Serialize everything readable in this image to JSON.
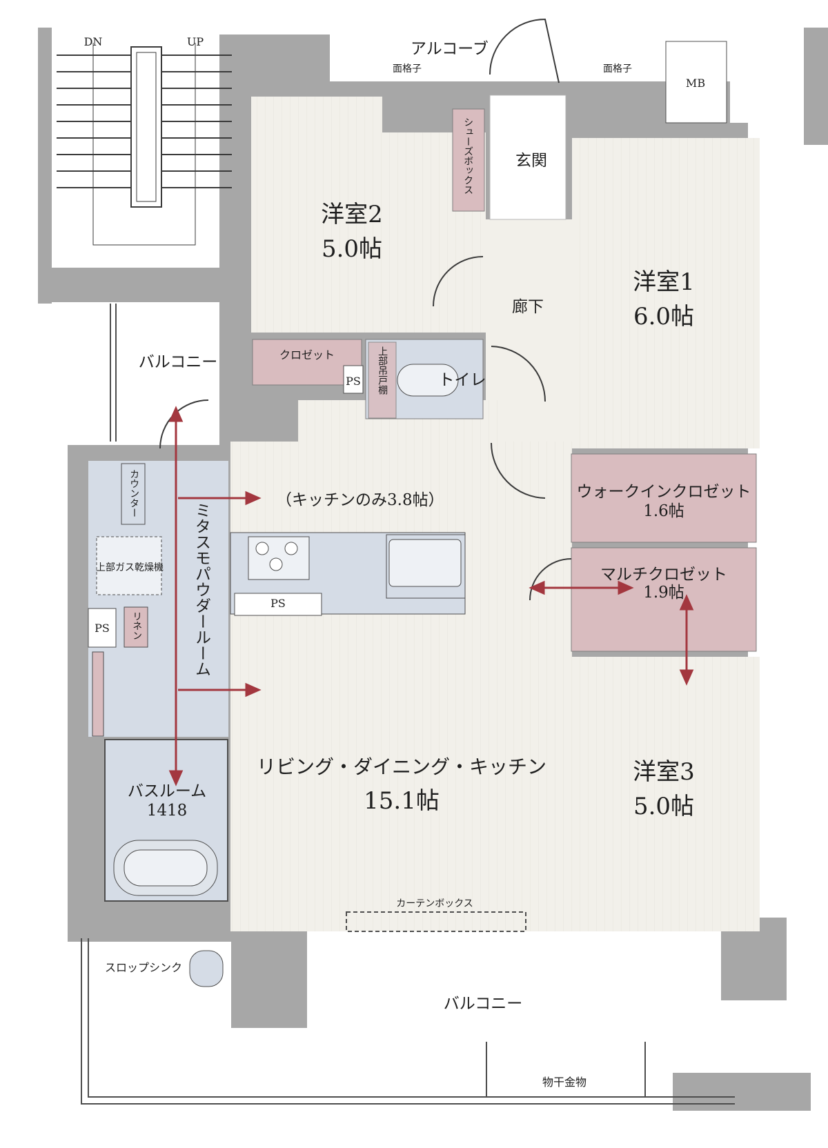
{
  "colors": {
    "wall": "#a7a7a7",
    "floor": "#f2f0ea",
    "wet_area": "#d5dce6",
    "closet": "#d9bcbf",
    "arrow": "#a3373f"
  },
  "stairs": {
    "down_label": "DN",
    "up_label": "UP"
  },
  "rooms": {
    "alcove": "アルコーブ",
    "window_grille_left": "面格子",
    "window_grille_right": "面格子",
    "meter_box": "MB",
    "shoe_box": "シューズボックス",
    "entrance": "玄関",
    "western2": {
      "name": "洋室2",
      "size": "5.0帖"
    },
    "western1": {
      "name": "洋室1",
      "size": "6.0帖"
    },
    "western3": {
      "name": "洋室3",
      "size": "5.0帖"
    },
    "hallway": "廊下",
    "closet": "クロゼット",
    "ps_toilet": "PS",
    "upper_shelf": "上部吊戸棚",
    "toilet": "トイレ",
    "balcony_upper": "バルコニー",
    "counter": "カウンター",
    "gas_dryer": "上部ガス乾燥機",
    "ps_wash": "PS",
    "linen": "リネン",
    "powder_room": "ミタスモパウダールーム",
    "kitchen_only": "（キッチンのみ3.8帖）",
    "ps_kitchen": "PS",
    "walk_in_closet": {
      "name": "ウォークインクロゼット",
      "size": "1.6帖"
    },
    "multi_closet": {
      "name": "マルチクロゼット",
      "size": "1.9帖"
    },
    "ldk": {
      "name": "リビング・ダイニング・キッチン",
      "size": "15.1帖"
    },
    "bathroom": {
      "name": "バスルーム",
      "size": "1418"
    },
    "curtain_box": "カーテンボックス",
    "slop_sink": "スロップシンク",
    "balcony_lower": "バルコニー",
    "clothes_hanger": "物干金物"
  }
}
